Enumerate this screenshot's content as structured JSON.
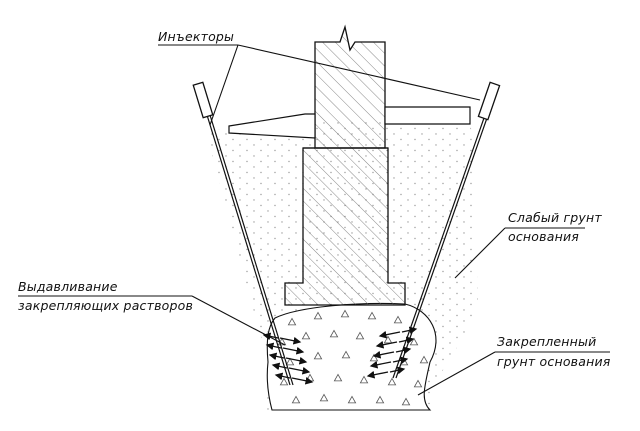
{
  "labels": {
    "injectors": "Инъекторы",
    "weak_soil_line1": "Слабый грунт",
    "weak_soil_line2": "основания",
    "extrusion_line1": "Выдавливание",
    "extrusion_line2": "закрепляющих растворов",
    "fixed_soil_line1": "Закрепленный",
    "fixed_soil_line2": "грунт основания"
  },
  "colors": {
    "stroke": "#111111",
    "hatch": "#6a6a6a",
    "dots": "#9a9a9a",
    "background": "#ffffff"
  }
}
